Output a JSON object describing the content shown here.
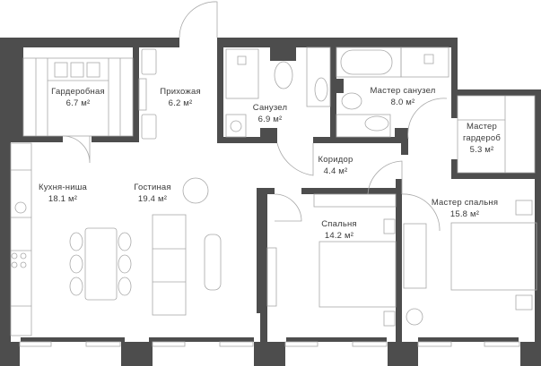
{
  "plan": {
    "wall_color": "#4d4d4d",
    "line_color": "#9a9a9a",
    "background": "#ffffff",
    "area_unit": "м²"
  },
  "rooms": [
    {
      "id": "wardrobe",
      "name": "Гардеробная",
      "area": "6.7 м²"
    },
    {
      "id": "hallway",
      "name": "Прихожая",
      "area": "6.2 м²"
    },
    {
      "id": "bathroom",
      "name": "Санузел",
      "area": "6.9 м²"
    },
    {
      "id": "master-bathroom",
      "name": "Мастер санузел",
      "area": "8.0 м²"
    },
    {
      "id": "master-wardrobe",
      "name": "Мастер гардероб",
      "name_line1": "Мастер",
      "name_line2": "гардероб",
      "area": "5.3 м²"
    },
    {
      "id": "corridor",
      "name": "Коридор",
      "area": "4.4 м²"
    },
    {
      "id": "kitchen",
      "name": "Кухня-ниша",
      "area": "18.1 м²"
    },
    {
      "id": "living",
      "name": "Гостиная",
      "area": "19.4 м²"
    },
    {
      "id": "bedroom",
      "name": "Спальня",
      "area": "14.2 м²"
    },
    {
      "id": "master-bedroom",
      "name": "Мастер спальня",
      "area": "15.8 м²"
    }
  ]
}
